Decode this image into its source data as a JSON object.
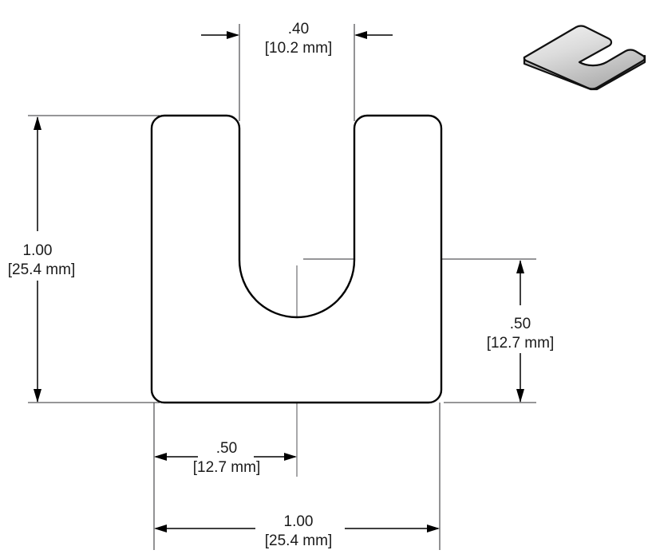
{
  "drawing": {
    "title": "Slotted shim plate dimensioned drawing",
    "units_primary": "inch",
    "units_secondary": "mm",
    "background_color": "#ffffff",
    "outline_color": "#000000",
    "extension_line_color": "#58585a",
    "iso_fill_light": "#f2f2f2",
    "iso_fill_dark": "#b4b4b4"
  },
  "dimensions": {
    "slot_width": {
      "primary": ".40",
      "secondary": "[10.2 mm]",
      "name": "slot-width-dimension"
    },
    "overall_height": {
      "primary": "1.00",
      "secondary": "[25.4 mm]",
      "name": "overall-height-dimension"
    },
    "slot_depth_from_bottom": {
      "primary": ".50",
      "secondary": "[12.7 mm]",
      "name": "slot-depth-dimension"
    },
    "slot_center_offset": {
      "primary": ".50",
      "secondary": "[12.7 mm]",
      "name": "slot-center-offset-dimension"
    },
    "overall_width": {
      "primary": "1.00",
      "secondary": "[25.4 mm]",
      "name": "overall-width-dimension"
    }
  },
  "iso_view": {
    "label": "isometric-preview",
    "description": "3D isometric view of slotted U-shaped shim"
  }
}
